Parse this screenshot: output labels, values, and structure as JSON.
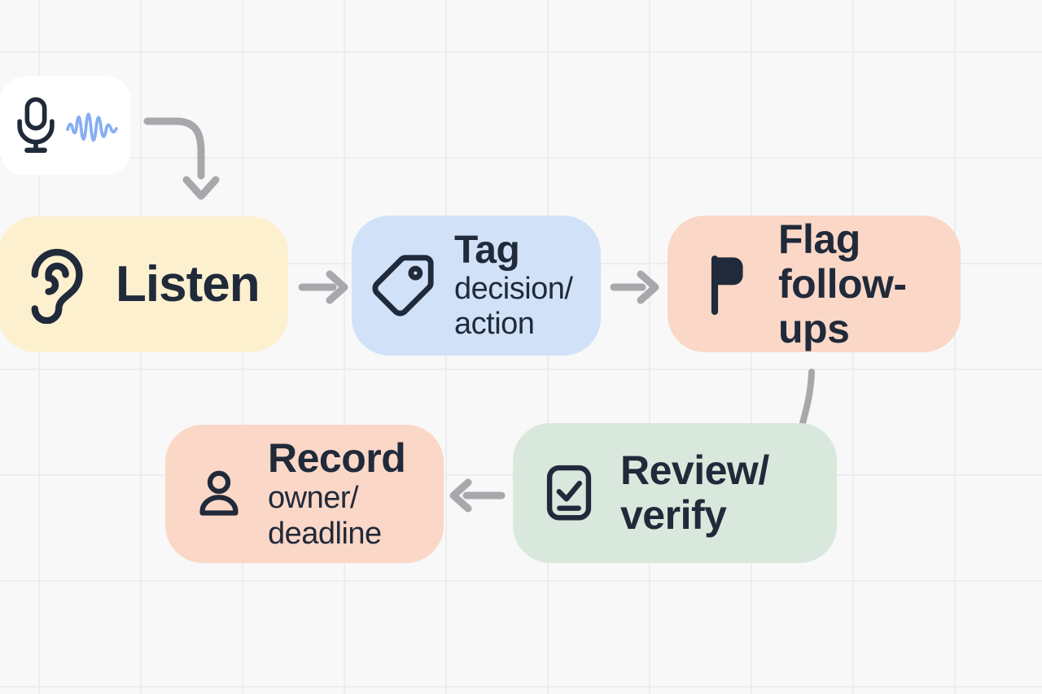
{
  "diagram": {
    "description": "Meeting note-taking workflow flowchart",
    "background_color": "#f8f8f8",
    "grid_color": "#ededef",
    "text_color": "#202a3a",
    "arrow_color": "#a6a8ac"
  },
  "source_chip": {
    "bg": "#ffffff",
    "mic_icon": "microphone-icon",
    "waveform_icon": "audio-waveform-icon",
    "waveform_color": "#85aef3"
  },
  "nodes": {
    "listen": {
      "title": "Listen",
      "icon": "ear-icon",
      "bg": "#fcf0cf"
    },
    "tag": {
      "title": "Tag",
      "subtitle": [
        "decision/",
        "action"
      ],
      "icon": "tag-icon",
      "bg": "#d1e2f8"
    },
    "flag": {
      "title": [
        "Flag",
        "follow-ups"
      ],
      "icon": "flag-icon",
      "bg": "#fbd7c7"
    },
    "review": {
      "title": [
        "Review/",
        "verify"
      ],
      "icon": "checkbox-icon",
      "bg": "#d9e8dc"
    },
    "record": {
      "title": "Record",
      "subtitle": [
        "owner/",
        "deadline"
      ],
      "icon": "person-icon",
      "bg": "#fbd7c7"
    }
  },
  "connections": [
    {
      "from": "source-chip",
      "to": "listen",
      "style": "curved-down-arrow"
    },
    {
      "from": "listen",
      "to": "tag",
      "style": "right-arrow"
    },
    {
      "from": "tag",
      "to": "flag",
      "style": "right-arrow"
    },
    {
      "from": "flag",
      "to": "review",
      "style": "curved-line"
    },
    {
      "from": "review",
      "to": "record",
      "style": "left-arrow"
    }
  ]
}
